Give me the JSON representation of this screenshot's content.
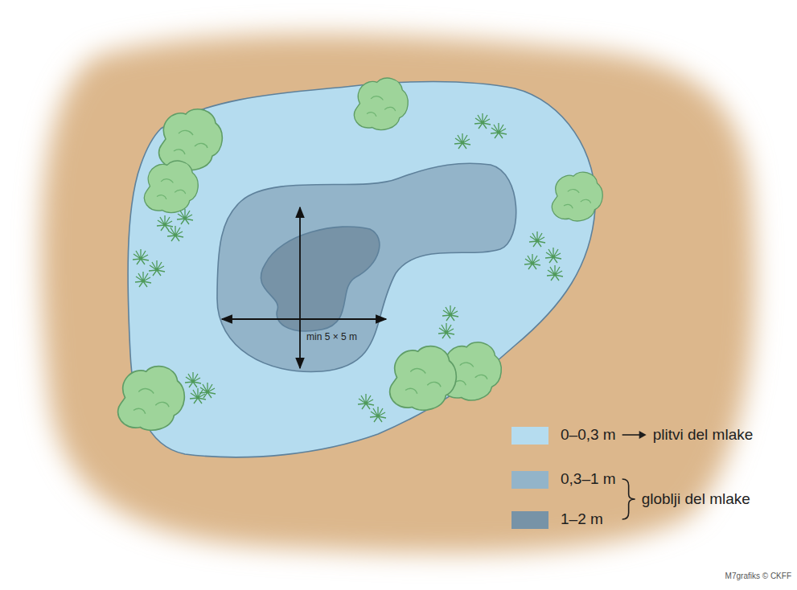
{
  "diagram": {
    "labels": [
      "min 5 × 5 m",
      "plitvi del mlake",
      "globlji del mlake",
      "M7grafiks © CKFF"
    ],
    "legend": [
      {
        "text": "0–0,3 m",
        "color": "#b5dcef"
      },
      {
        "text": "0,3–1 m",
        "color": "#93b4c9"
      },
      {
        "text": "1–2 m",
        "color": "#7793a7"
      }
    ]
  }
}
